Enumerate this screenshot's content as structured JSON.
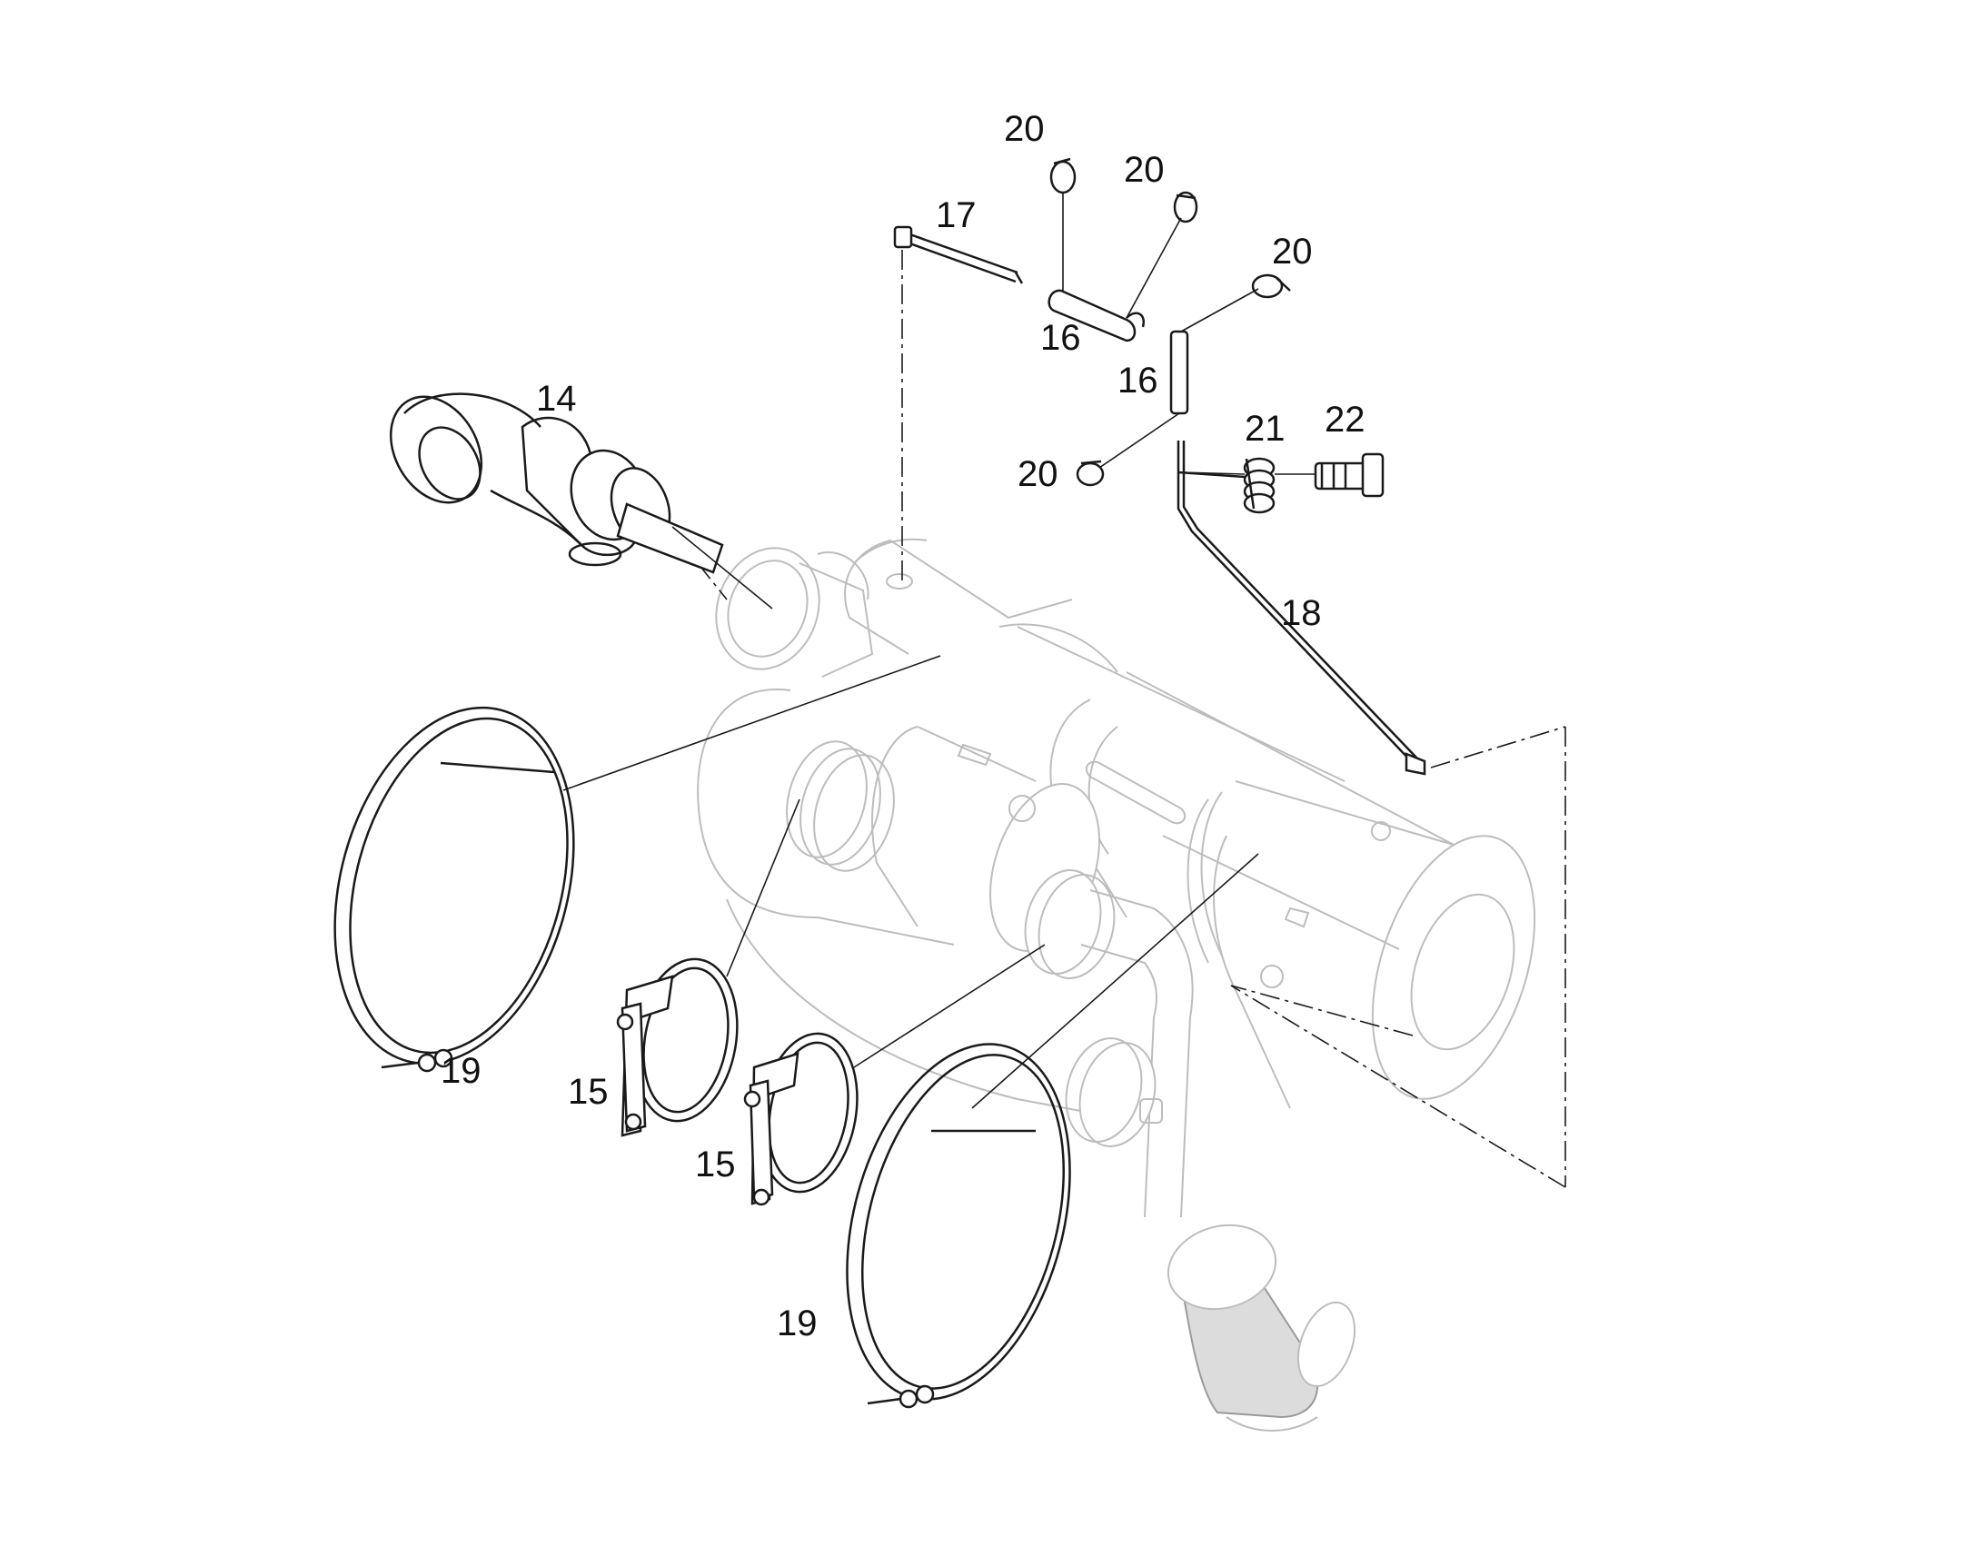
{
  "diagram": {
    "callouts": [
      {
        "id": "c-20a",
        "text": "20"
      },
      {
        "id": "c-20b",
        "text": "20"
      },
      {
        "id": "c-17",
        "text": "17"
      },
      {
        "id": "c-20c",
        "text": "20"
      },
      {
        "id": "c-16a",
        "text": "16"
      },
      {
        "id": "c-16b",
        "text": "16"
      },
      {
        "id": "c-14",
        "text": "14"
      },
      {
        "id": "c-21",
        "text": "21"
      },
      {
        "id": "c-22",
        "text": "22"
      },
      {
        "id": "c-20d",
        "text": "20"
      },
      {
        "id": "c-18",
        "text": "18"
      },
      {
        "id": "c-19a",
        "text": "19"
      },
      {
        "id": "c-15a",
        "text": "15"
      },
      {
        "id": "c-15b",
        "text": "15"
      },
      {
        "id": "c-19b",
        "text": "19"
      }
    ]
  },
  "colors": {
    "line": "#1a1a1a",
    "ghost": "#bdbdbd",
    "background": "#ffffff"
  }
}
